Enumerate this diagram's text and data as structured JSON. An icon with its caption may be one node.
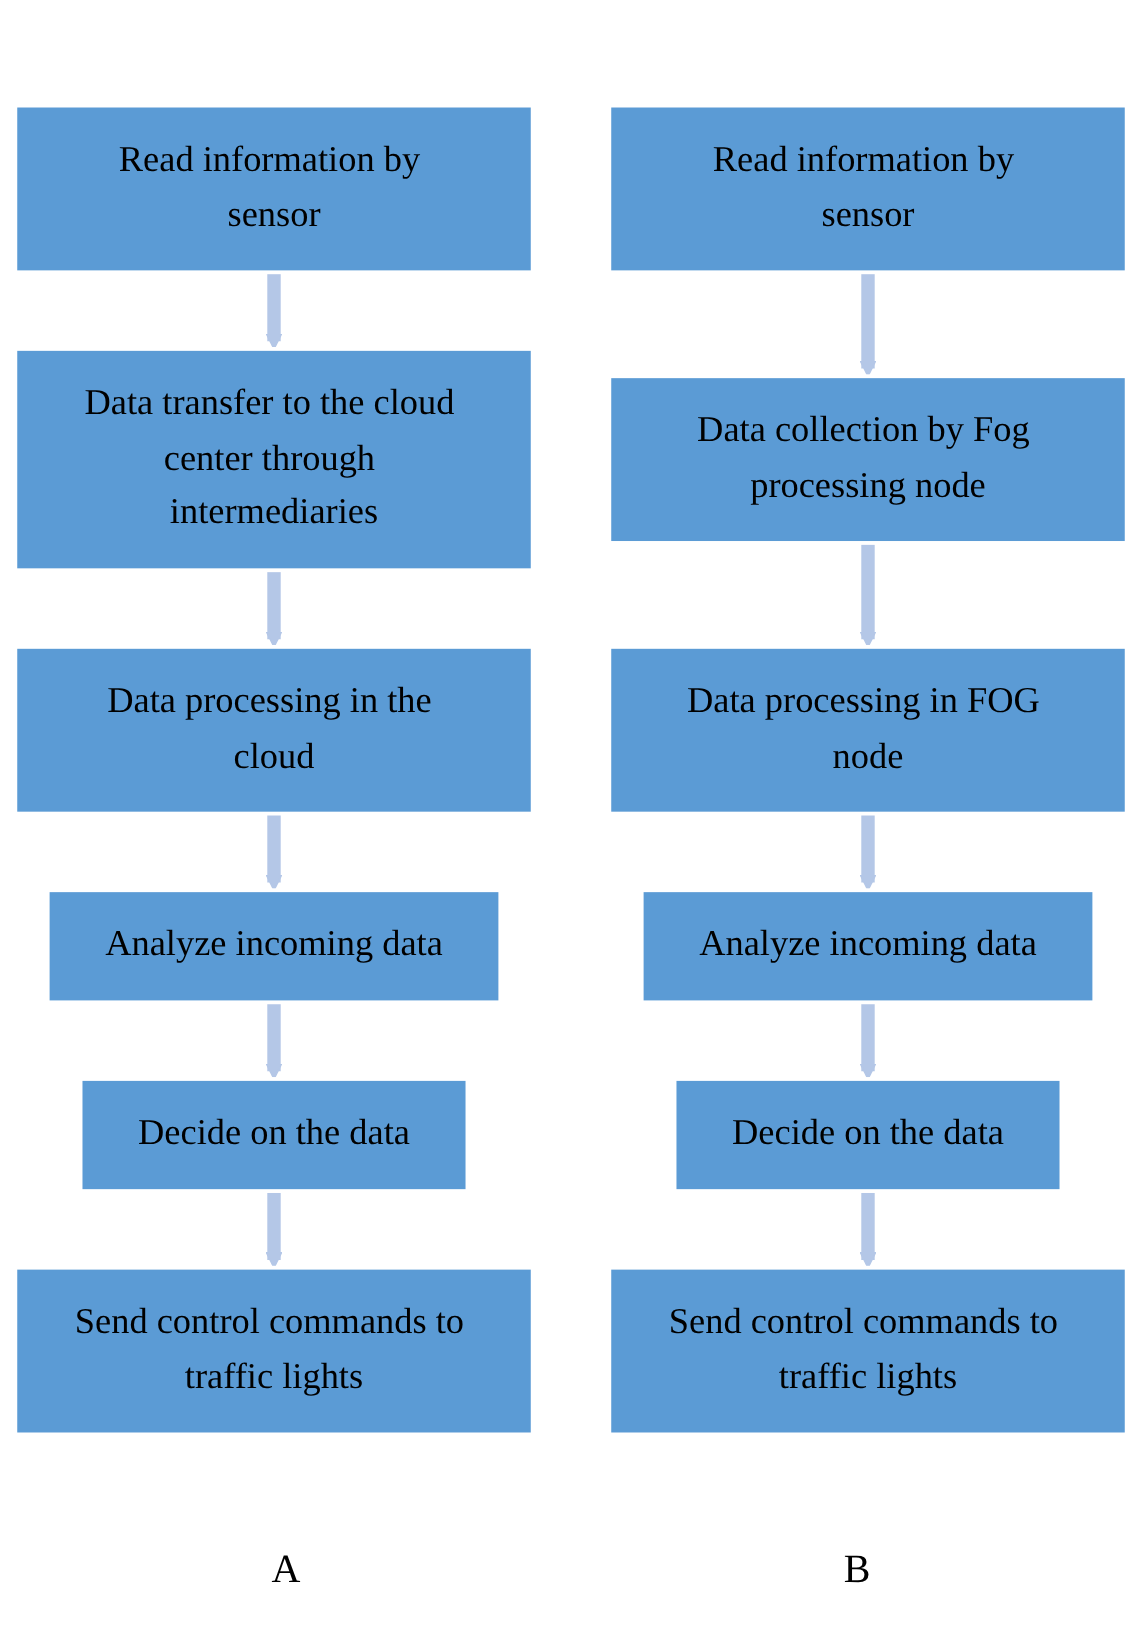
{
  "diagram": {
    "nodes": [
      {
        "text": [
          "Read information by sensor"
        ]
      },
      {
        "text": [
          "Data transfer to the cloud center through intermediaries"
        ]
      },
      {
        "text": [
          "Data processing in the cloud"
        ]
      },
      {
        "text": [
          "Analyze incoming data"
        ]
      },
      {
        "text": [
          "Decide on the data"
        ]
      },
      {
        "text": [
          "Send control commands to traffic lights"
        ]
      },
      {
        "text": [
          "Read information by sensor"
        ]
      },
      {
        "text": [
          "Data collection by Fog processing node"
        ]
      },
      {
        "text": [
          "Data processing in FOG node"
        ]
      },
      {
        "text": [
          "Analyze incoming data"
        ]
      },
      {
        "text": [
          "Decide on the data"
        ]
      },
      {
        "text": [
          "Send control commands to traffic lights"
        ]
      }
    ],
    "edges": [
      {
        "from": 0,
        "to": 1,
        "arrow": "to"
      },
      {
        "from": 1,
        "to": 2,
        "arrow": "to"
      },
      {
        "from": 2,
        "to": 3,
        "arrow": "to"
      },
      {
        "from": 3,
        "to": 4,
        "arrow": "to"
      },
      {
        "from": 4,
        "to": 5,
        "arrow": "to"
      },
      {
        "from": 6,
        "to": 7,
        "arrow": "to"
      },
      {
        "from": 7,
        "to": 8,
        "arrow": "to"
      },
      {
        "from": 8,
        "to": 9,
        "arrow": "to"
      },
      {
        "from": 9,
        "to": 10,
        "arrow": "to"
      },
      {
        "from": 10,
        "to": 11,
        "arrow": "to"
      }
    ],
    "labels": [
      "A",
      "B"
    ]
  }
}
